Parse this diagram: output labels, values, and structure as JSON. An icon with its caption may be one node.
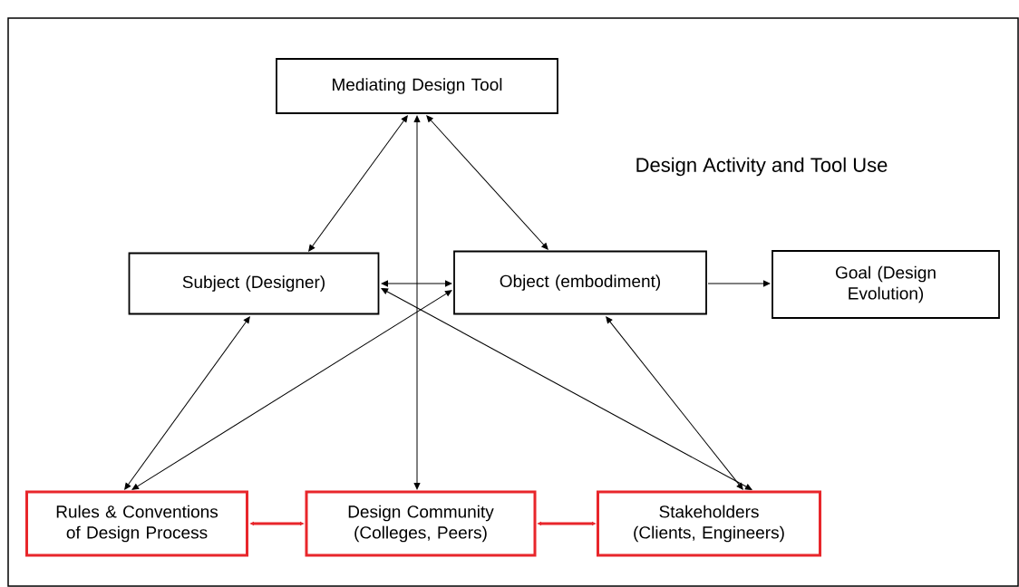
{
  "diagram": {
    "title": "Design Activity and Tool Use",
    "nodes": [
      {
        "text": [
          "Mediating Design  Tool"
        ]
      },
      {
        "text": [
          "Subject (Designer)"
        ]
      },
      {
        "text": [
          "Object (embodiment)"
        ]
      },
      {
        "text": [
          "Goal (Design Evolution)"
        ]
      },
      {
        "text": [
          "Rules & Conventions of Design Process"
        ]
      },
      {
        "text": [
          "Design Community (Colleges, Peers)"
        ]
      },
      {
        "text": [
          "Stakeholders (Clients, Engineers)"
        ]
      }
    ],
    "edges": [
      {
        "from": 0,
        "to": 1,
        "arrow": "both"
      },
      {
        "from": 0,
        "to": 2,
        "arrow": "both"
      },
      {
        "from": 0,
        "to": 5,
        "arrow": "both"
      },
      {
        "from": 1,
        "to": 2,
        "arrow": "both"
      },
      {
        "from": 2,
        "to": 3,
        "arrow": "to"
      },
      {
        "from": 1,
        "to": 4,
        "arrow": "both"
      },
      {
        "from": 2,
        "to": 4,
        "arrow": "both"
      },
      {
        "from": 1,
        "to": 6,
        "arrow": "both"
      },
      {
        "from": 2,
        "to": 6,
        "arrow": "both"
      },
      {
        "from": 4,
        "to": 5,
        "arrow": "both",
        "style": "thick",
        "color": "#e8262b"
      },
      {
        "from": 5,
        "to": 6,
        "arrow": "both",
        "style": "thick",
        "color": "#e8262b"
      }
    ]
  }
}
